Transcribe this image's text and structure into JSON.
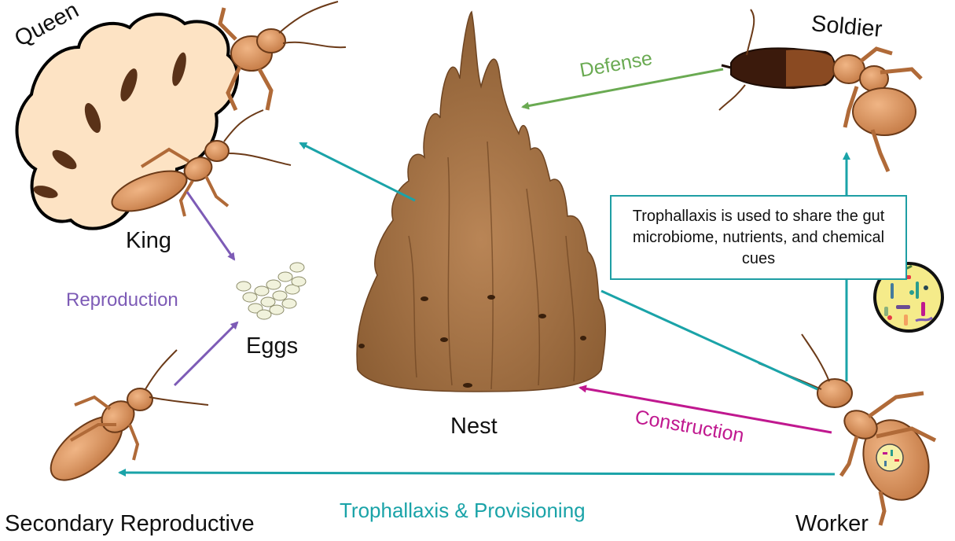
{
  "labels": {
    "queen": "Queen",
    "king": "King",
    "soldier": "Soldier",
    "eggs": "Eggs",
    "nest": "Nest",
    "worker": "Worker",
    "secondary_reproductive": "Secondary Reproductive"
  },
  "relations": {
    "defense": "Defense",
    "reproduction": "Reproduction",
    "construction": "Construction",
    "trophallaxis_provisioning": "Trophallaxis & Provisioning"
  },
  "info_box": {
    "text": "Trophallaxis is used to share the gut microbiome, nutrients, and chemical cues"
  },
  "colors": {
    "teal": "#1aa3a8",
    "purple": "#7d5bb6",
    "green": "#6aaa52",
    "magenta": "#c0188f",
    "termite_body": "#d9915e",
    "queen_abdomen": "#fde3c4",
    "nest": "#a8774a"
  },
  "icons": [
    "termite-queen-icon",
    "termite-king-icon",
    "termite-soldier-icon",
    "termite-worker-icon",
    "termite-secondary-icon",
    "egg-cluster-icon",
    "termite-mound-icon",
    "microbiome-icon"
  ]
}
